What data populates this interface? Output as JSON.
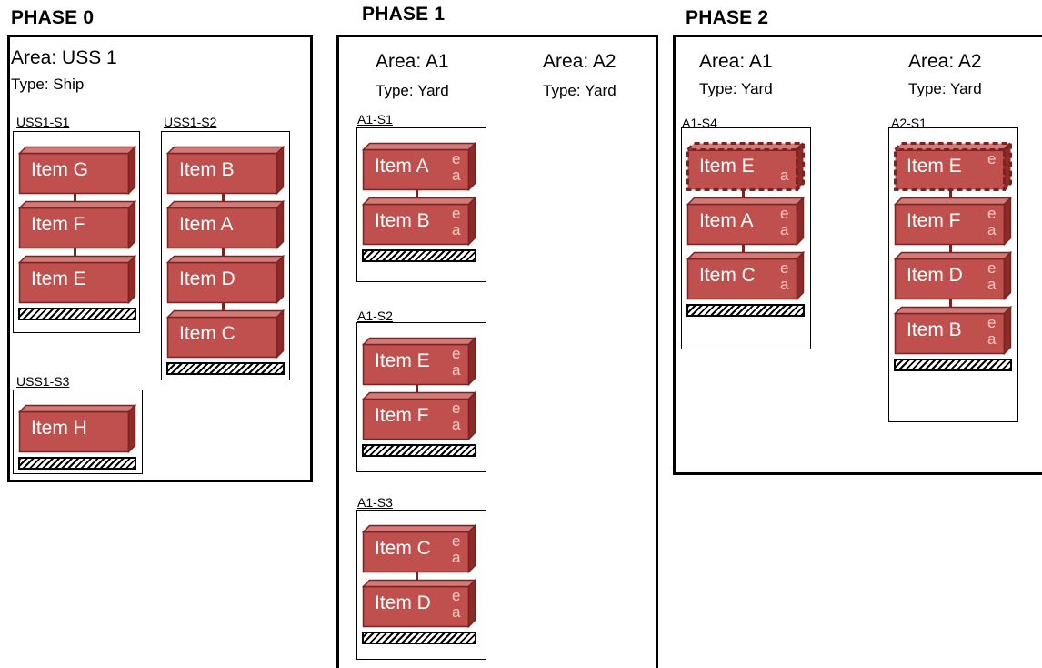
{
  "phases": [
    {
      "title": "PHASE 0",
      "areas": [
        {
          "name": "Area: USS 1",
          "type": "Type: Ship"
        }
      ],
      "stacks": [
        {
          "label": "USS1-S1",
          "items": [
            {
              "name": "Item G"
            },
            {
              "name": "Item F"
            },
            {
              "name": "Item E"
            }
          ]
        },
        {
          "label": "USS1-S2",
          "items": [
            {
              "name": "Item B"
            },
            {
              "name": "Item A"
            },
            {
              "name": "Item D"
            },
            {
              "name": "Item C"
            }
          ]
        },
        {
          "label": "USS1-S3",
          "items": [
            {
              "name": "Item H"
            }
          ]
        }
      ]
    },
    {
      "title": "PHASE 1",
      "areas": [
        {
          "name": "Area: A1",
          "type": "Type: Yard"
        },
        {
          "name": "Area: A2",
          "type": "Type: Yard"
        }
      ],
      "stacks": [
        {
          "label": "A1-S1",
          "items": [
            {
              "name": "Item A",
              "e": "e",
              "a": "a"
            },
            {
              "name": "Item B",
              "e": "e",
              "a": "a"
            }
          ]
        },
        {
          "label": "A1-S2",
          "items": [
            {
              "name": "Item E",
              "e": "e",
              "a": "a"
            },
            {
              "name": "Item F",
              "e": "e",
              "a": "a"
            }
          ]
        },
        {
          "label": "A1-S3",
          "items": [
            {
              "name": "Item C",
              "e": "e",
              "a": "a"
            },
            {
              "name": "Item D",
              "e": "e",
              "a": "a"
            }
          ]
        }
      ]
    },
    {
      "title": "PHASE 2",
      "areas": [
        {
          "name": "Area: A1",
          "type": "Type: Yard"
        },
        {
          "name": "Area: A2",
          "type": "Type: Yard"
        }
      ],
      "stacks": [
        {
          "label": "A1-S4",
          "items": [
            {
              "name": "Item E",
              "a": "a",
              "dashed": true
            },
            {
              "name": "Item A",
              "e": "e",
              "a": "a"
            },
            {
              "name": "Item C",
              "e": "e",
              "a": "a"
            }
          ]
        },
        {
          "label": "A2-S1",
          "items": [
            {
              "name": "Item E",
              "e": "e",
              "dashed": true
            },
            {
              "name": "Item F",
              "e": "e",
              "a": "a"
            },
            {
              "name": "Item D",
              "e": "e",
              "a": "a"
            },
            {
              "name": "Item B",
              "e": "e",
              "a": "a"
            }
          ]
        }
      ]
    }
  ],
  "colors": {
    "item_fill": "#c0504d",
    "item_top": "#d27a77",
    "item_side": "#8c2b28",
    "item_border": "#7a2320",
    "tag_text": "#f5c9c6"
  }
}
